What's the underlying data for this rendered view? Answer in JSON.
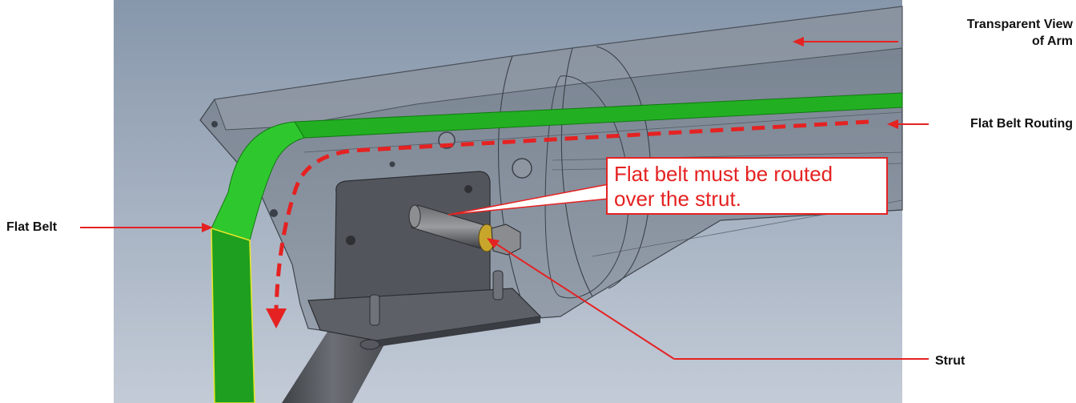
{
  "labels": {
    "arm_line1": "Transparent View",
    "arm_line2": "of Arm",
    "routing": "Flat Belt Routing",
    "belt": "Flat Belt",
    "strut": "Strut"
  },
  "callout": {
    "line1": "Flat belt must be routed",
    "line2": "over the strut."
  },
  "colors": {
    "annotation_red": "#e52222",
    "belt_green": "#22b022",
    "background_top": "#8a9aae",
    "background_bottom": "#c4ccd8"
  }
}
